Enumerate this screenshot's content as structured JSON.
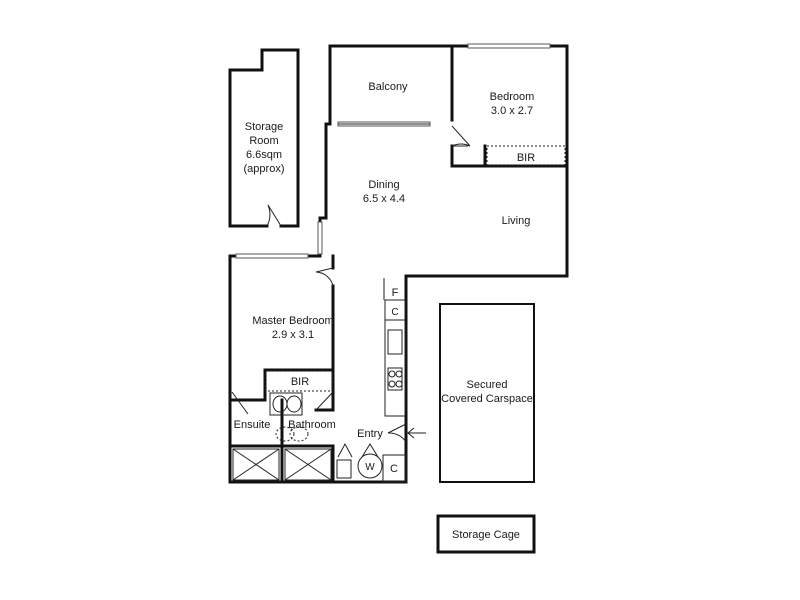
{
  "rooms": {
    "storage_room": {
      "line1": "Storage",
      "line2": "Room",
      "line3": "6.6sqm",
      "line4": "(approx)"
    },
    "balcony": {
      "name": "Balcony"
    },
    "bedroom": {
      "name": "Bedroom",
      "size": "3.0 x 2.7"
    },
    "bedroom_bir": {
      "name": "BIR"
    },
    "dining": {
      "name": "Dining",
      "size": "6.5 x 4.4"
    },
    "living": {
      "name": "Living"
    },
    "master_bedroom": {
      "name": "Master Bedroom",
      "size": "2.9 x 3.1"
    },
    "master_bir": {
      "name": "BIR"
    },
    "ensuite": {
      "name": "Ensuite"
    },
    "bathroom": {
      "name": "Bathroom"
    },
    "entry": {
      "name": "Entry"
    },
    "fridge": {
      "name": "F"
    },
    "cupboard_kitchen": {
      "name": "C"
    },
    "cupboard_entry": {
      "name": "C"
    },
    "washer": {
      "name": "W"
    },
    "carspace": {
      "line1": "Secured",
      "line2": "Covered Carspace"
    },
    "storage_cage": {
      "name": "Storage Cage"
    }
  }
}
